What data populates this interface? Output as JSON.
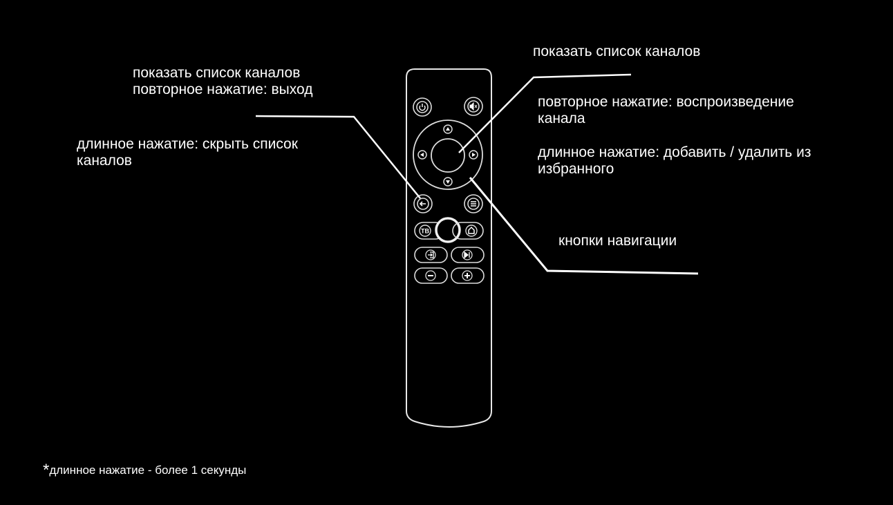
{
  "background_color": "#000000",
  "text_color": "#ffffff",
  "annotations": {
    "left_top": {
      "line1": "показать список каналов",
      "line2": "повторное нажатие: выход"
    },
    "left_bottom": {
      "line1": "длинное нажатие: скрыть список",
      "line2": "каналов"
    },
    "right_top": {
      "title": "показать список каналов"
    },
    "right_middle": {
      "repeat_line1": "повторное нажатие: воспроизведение",
      "repeat_line2": "канала",
      "long_line1": "длинное нажатие: добавить / удалить из",
      "long_line2": "избранного"
    },
    "right_bottom": {
      "label": "кнопки навигации"
    }
  },
  "footnote": {
    "star": "*",
    "text": "длинное нажатие - более 1 секунды"
  },
  "remote": {
    "buttons": [
      {
        "name": "power",
        "icon": "power-icon"
      },
      {
        "name": "mute",
        "icon": "mute-icon"
      },
      {
        "name": "up",
        "icon": "arrow-up-icon"
      },
      {
        "name": "left",
        "icon": "arrow-left-icon"
      },
      {
        "name": "ok",
        "icon": "ok-button"
      },
      {
        "name": "right",
        "icon": "arrow-right-icon"
      },
      {
        "name": "down",
        "icon": "arrow-down-icon"
      },
      {
        "name": "back",
        "icon": "back-arrow-icon"
      },
      {
        "name": "menu",
        "icon": "menu-icon"
      },
      {
        "name": "tv",
        "icon": "tv-icon",
        "glyph": "ТВ"
      },
      {
        "name": "voice",
        "icon": "voice-icon"
      },
      {
        "name": "home",
        "icon": "home-icon"
      },
      {
        "name": "input",
        "icon": "input-icon"
      },
      {
        "name": "play-pause",
        "icon": "play-pause-icon"
      },
      {
        "name": "volume-down",
        "icon": "minus-icon"
      },
      {
        "name": "volume-up",
        "icon": "plus-icon"
      }
    ],
    "tv_glyph": "ТВ"
  }
}
